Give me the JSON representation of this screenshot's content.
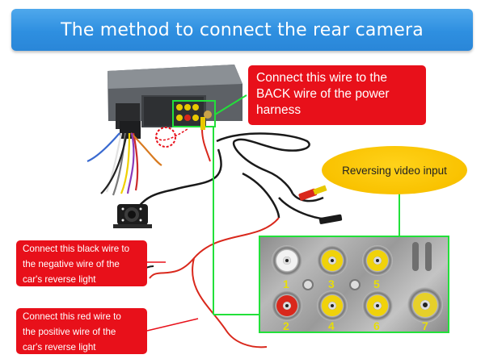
{
  "banner": {
    "title": "The method to connect the rear camera"
  },
  "notes": {
    "back_wire": [
      "Connect this wire to the",
      "BACK wire of the power",
      "harness"
    ],
    "black_wire": [
      "Connect this black wire to",
      "the negative wire  of the",
      "car's  reverse light"
    ],
    "red_wire": [
      "Connect this red wire to",
      "the positive wire of the",
      "car's reverse light"
    ]
  },
  "callout": {
    "label": "Reversing video input"
  },
  "jacks": [
    "1",
    "2",
    "3",
    "4",
    "5",
    "6",
    "7"
  ],
  "colors": {
    "banner": "#2e8fe0",
    "note_red": "#e8101a",
    "oval_yellow": "#f9c200",
    "guide_green": "#22e03a",
    "jack_number": "#e6dd0a"
  }
}
